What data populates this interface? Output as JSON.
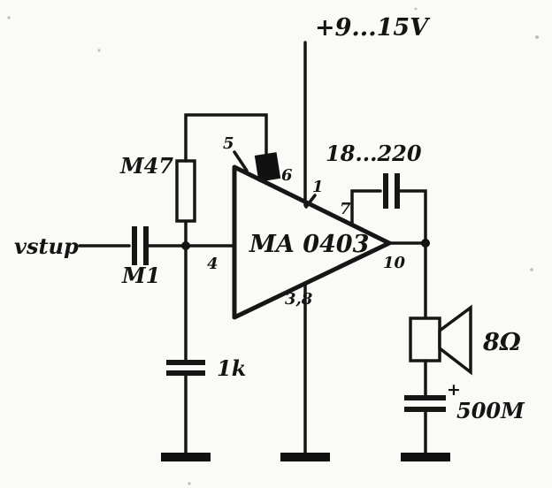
{
  "schematic": {
    "supply_label": "+9...15V",
    "input_label": "vstup",
    "ic_label": "MA 0403",
    "feedback_resistor_label": "M47",
    "input_cap_label": "M1",
    "bypass_cap_label": "1k",
    "bootstrap_cap_label": "18...220",
    "speaker_label": "8Ω",
    "output_cap_label": "500M",
    "output_cap_polarity": "+",
    "pins": {
      "pin5": "5",
      "pin6": "6",
      "pin1": "1",
      "pin7": "7",
      "pin4": "4",
      "pin10": "10",
      "pin38": "3,8"
    }
  }
}
